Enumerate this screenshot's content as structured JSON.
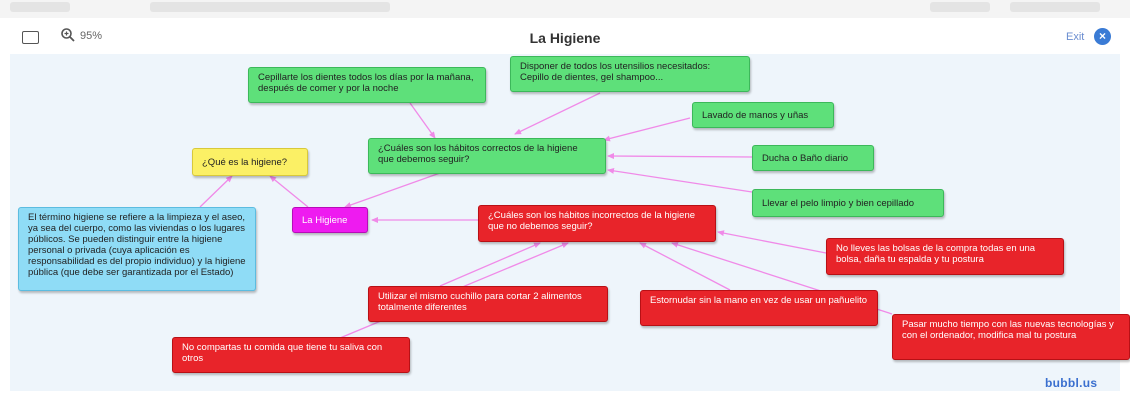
{
  "header": {
    "zoom": "95%",
    "title": "La Higiene",
    "exit_label": "Exit"
  },
  "nodes": {
    "central": "La Higiene",
    "que_es": "¿Qué es la higiene?",
    "definicion": "El término higiene se refiere  a la limpieza y el aseo, ya sea del cuerpo, como las viviendas o los lugares públicos. Se pueden distinguir entre la higiene personal o privada (cuya aplicación es responsabilidad es del propio individuo) y la higiene pública (que debe ser garantizada por el Estado)",
    "habitos_correctos": "¿Cuáles son los hábitos correctos de la higiene que debemos seguir?",
    "dientes": "Cepillarte los dientes todos los días por la mañana, después de comer y por la noche",
    "utensilios": "Disponer de todos los utensilios necesitados: Cepillo de dientes, gel shampoo...",
    "manos": "Lavado de manos y uñas",
    "ducha": "Ducha o Baño diario",
    "pelo": "Llevar el pelo limpio y bien cepillado",
    "habitos_incorrectos": "¿Cuáles son los hábitos incorrectos de la higiene que no debemos seguir?",
    "bolsas": "No lleves las bolsas de la compra todas en una bolsa, daña tu espalda y tu postura",
    "cuchillo": "Utilizar el mismo cuchillo para cortar 2 alimentos totalmente diferentes",
    "estornudar": "Estornudar sin la mano en vez de usar un pañuelito",
    "pasar_tiempo": "Pasar mucho tiempo con las nuevas tecnologías y con el ordenador, modifica mal tu postura",
    "comida": "No compartas tu comida que tiene tu saliva con otros"
  },
  "brand": "bubbl.us",
  "colors": {
    "green": "#5ee07a",
    "red": "#e8242a",
    "yellow": "#fbf065",
    "blue": "#8fdcf6",
    "magenta": "#ee1bf0",
    "link": "#f08ae8"
  }
}
